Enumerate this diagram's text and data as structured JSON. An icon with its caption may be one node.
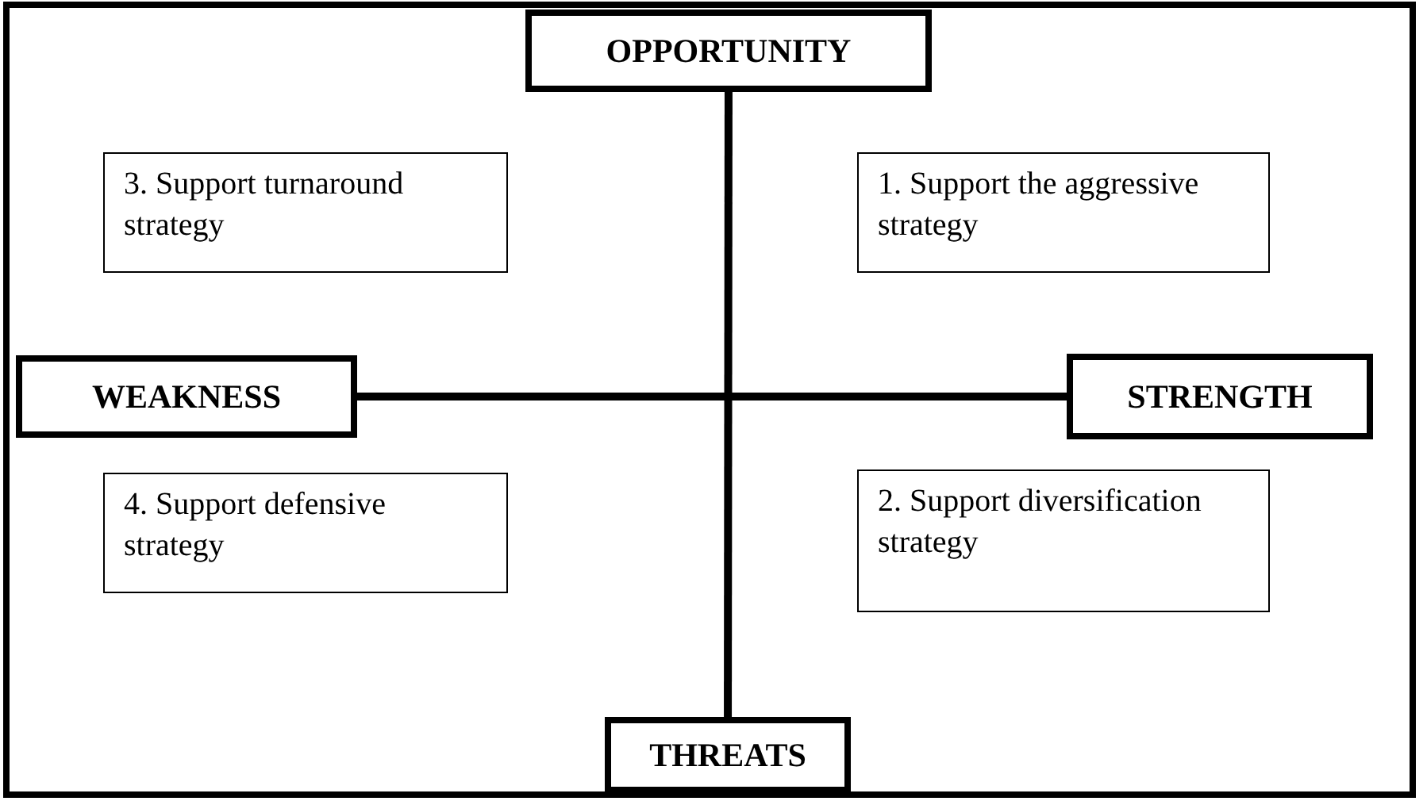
{
  "diagram": {
    "nodes": [
      {
        "text": [
          "OPPORTUNITY"
        ]
      },
      {
        "text": [
          "3. Support turnaround strategy"
        ]
      },
      {
        "text": [
          "1. Support the aggressive strategy"
        ]
      },
      {
        "text": [
          "WEAKNESS"
        ]
      },
      {
        "text": [
          "STRENGTH"
        ]
      },
      {
        "text": [
          "4. Support defensive strategy"
        ]
      },
      {
        "text": [
          "2. Support diversification strategy"
        ]
      },
      {
        "text": [
          "THREATS"
        ]
      }
    ],
    "edges": [
      {
        "from": 0,
        "to": 7,
        "arrow": "none"
      },
      {
        "from": 3,
        "to": 4,
        "arrow": "none"
      }
    ]
  }
}
